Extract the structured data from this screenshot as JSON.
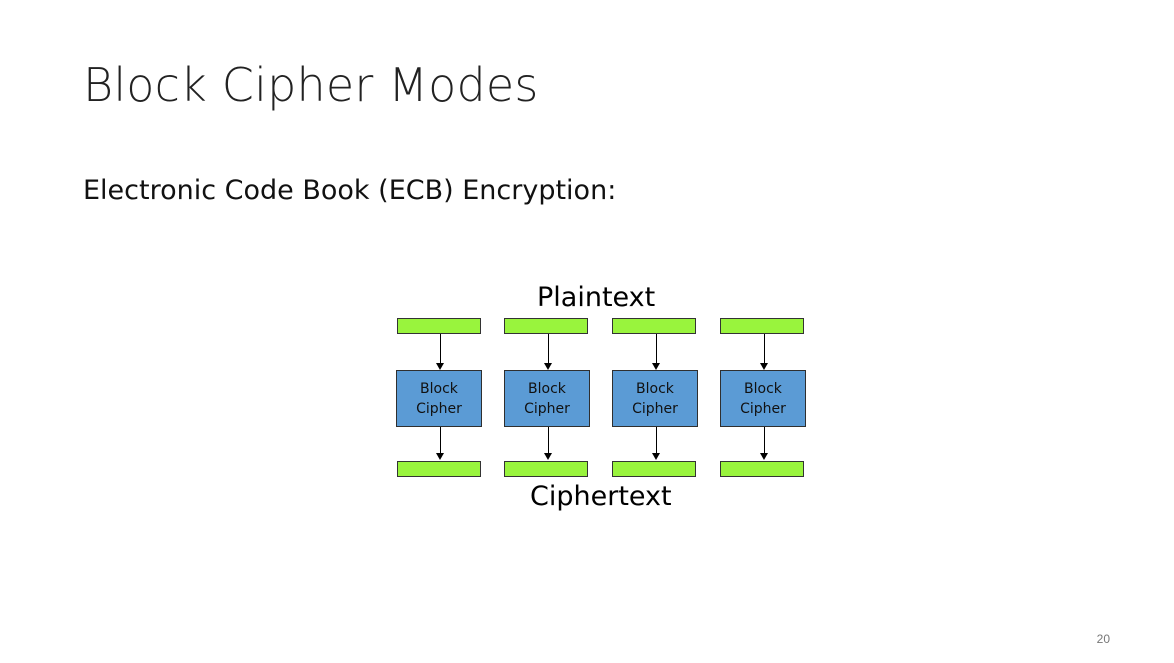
{
  "slide": {
    "title": "Block Cipher Modes",
    "subtitle": "Electronic Code Book (ECB) Encryption:",
    "page_number": "20"
  },
  "diagram": {
    "top_label": "Plaintext",
    "bottom_label": "Ciphertext",
    "columns": [
      {
        "cipher_line1": "Block",
        "cipher_line2": "Cipher"
      },
      {
        "cipher_line1": "Block",
        "cipher_line2": "Cipher"
      },
      {
        "cipher_line1": "Block",
        "cipher_line2": "Cipher"
      },
      {
        "cipher_line1": "Block",
        "cipher_line2": "Cipher"
      }
    ],
    "colors": {
      "plaintext_block": "#99f43d",
      "ciphertext_block": "#99f43d",
      "cipher_box": "#5b9bd5"
    }
  }
}
